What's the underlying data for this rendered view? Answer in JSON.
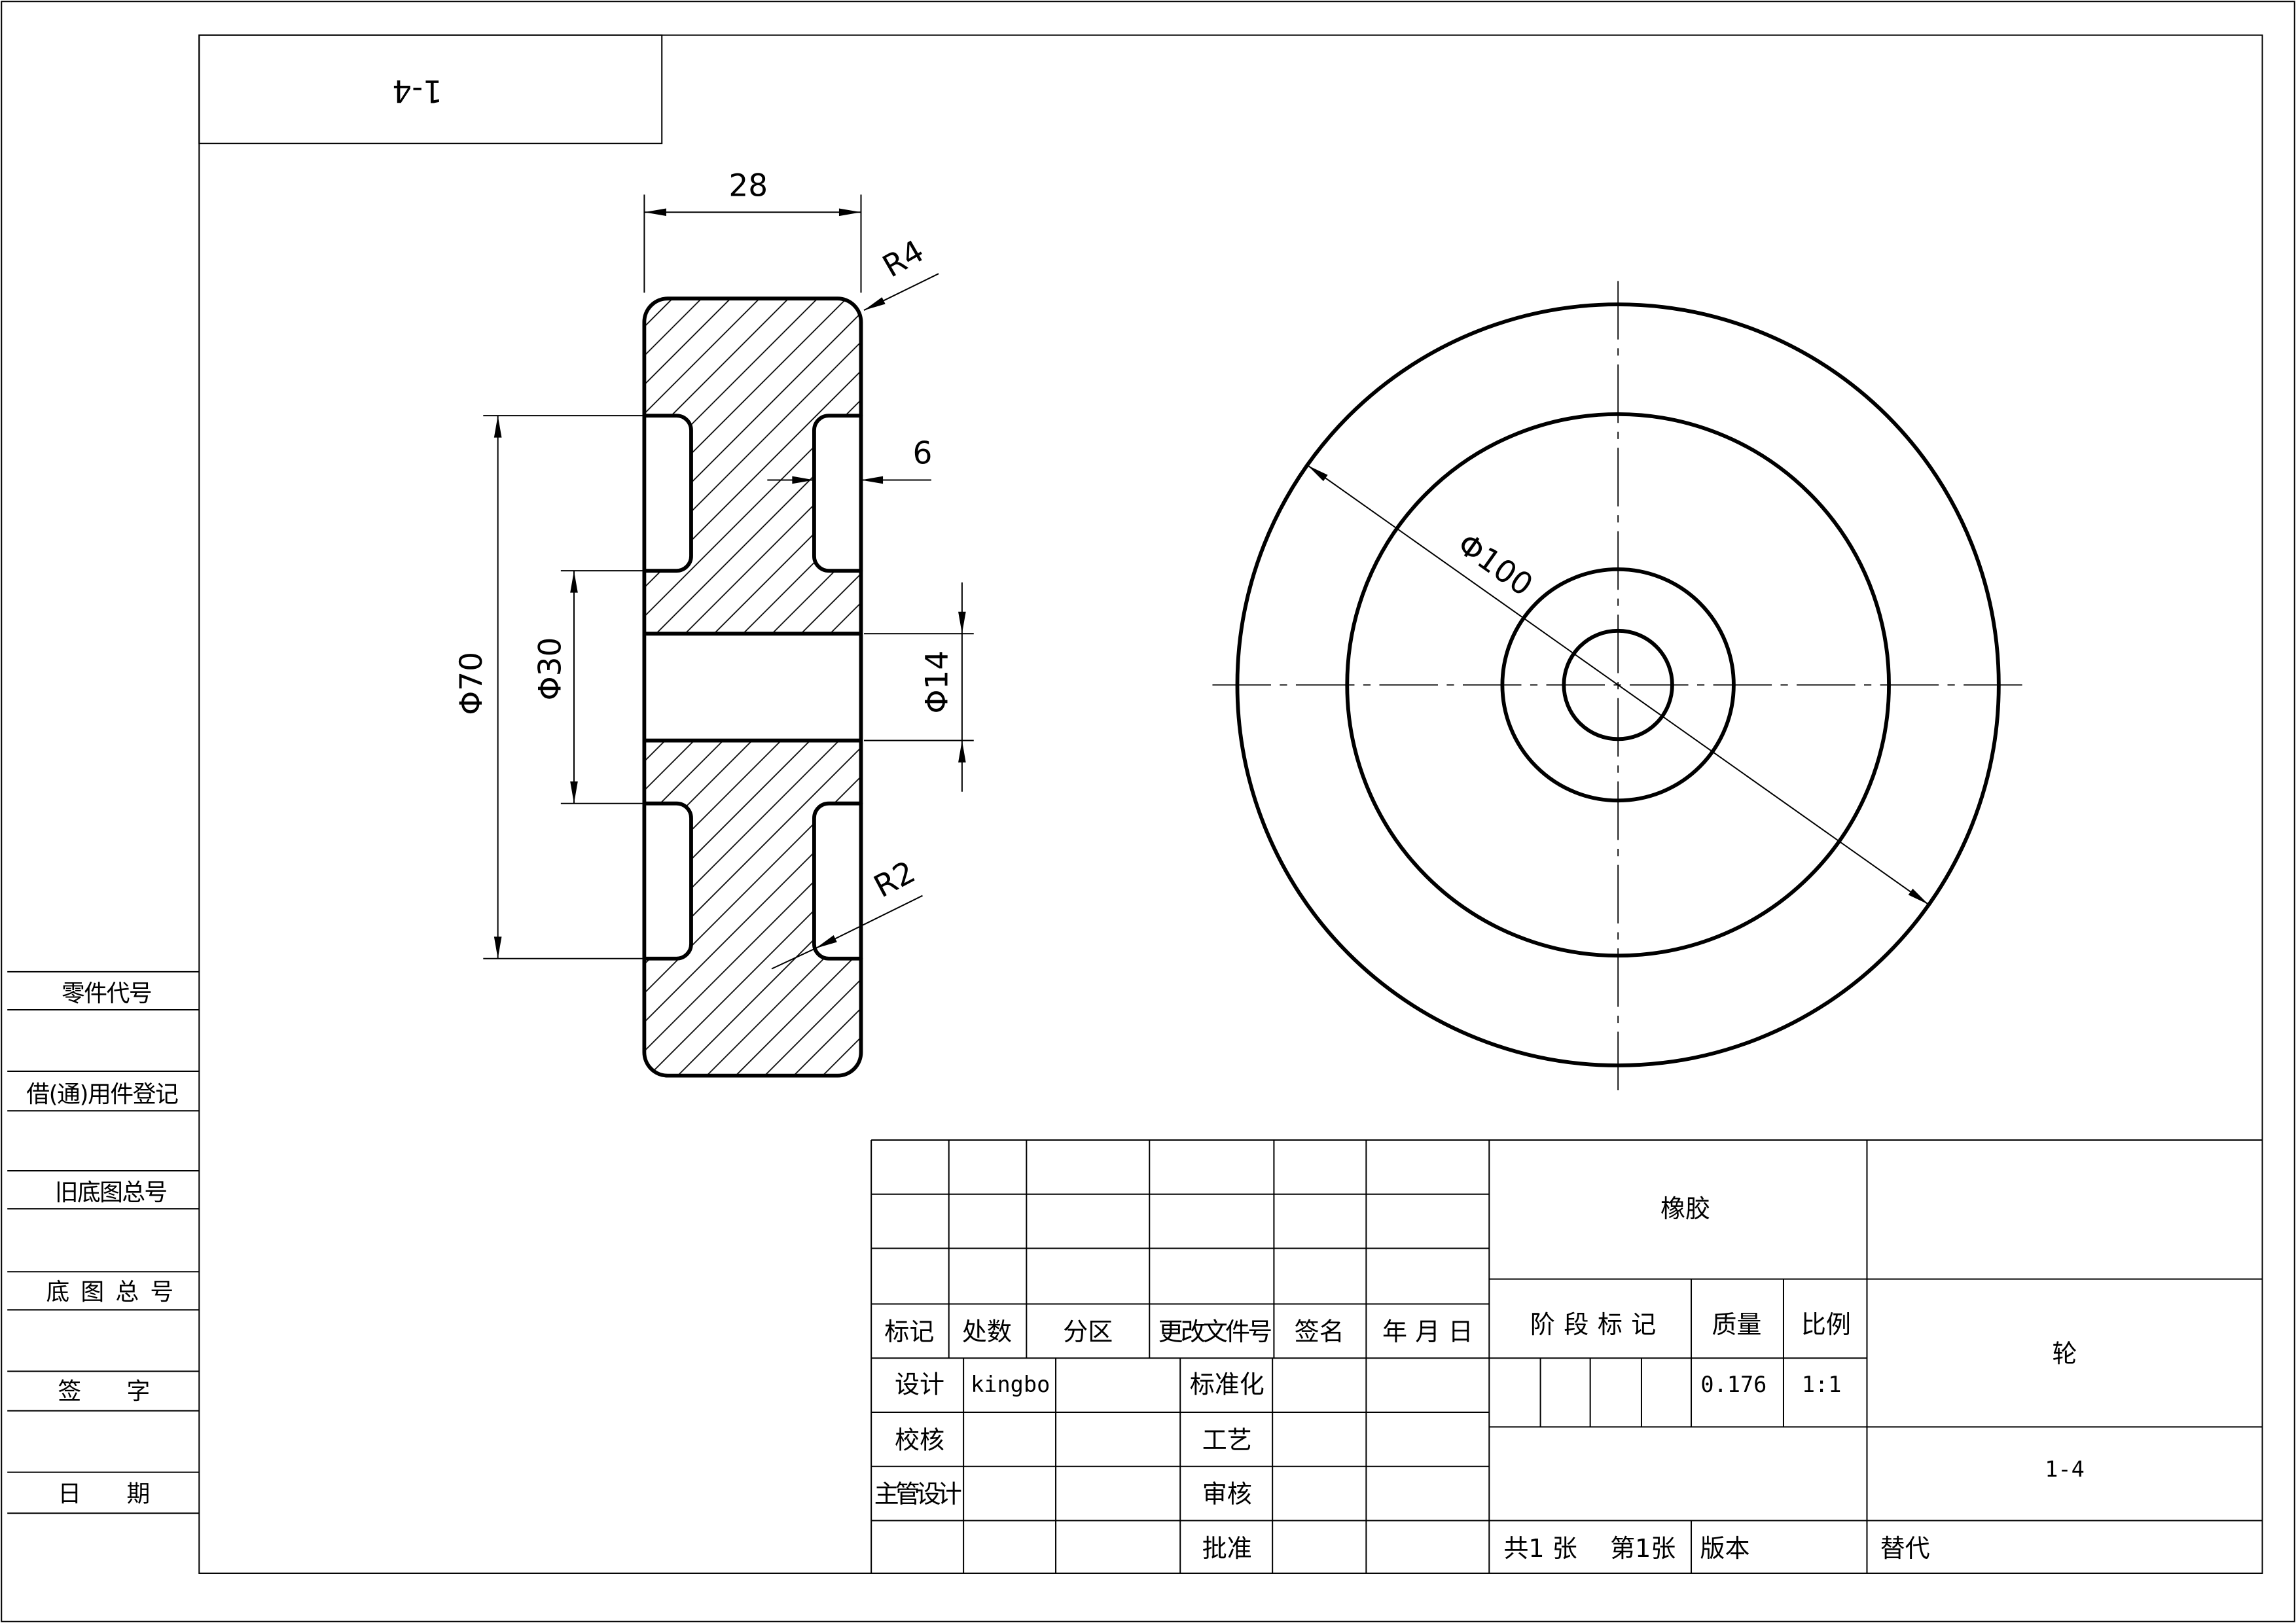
{
  "code_box": {
    "label": "1-4"
  },
  "side_strip": {
    "labels": [
      "零件代号",
      "借(通)用件登记",
      "旧底图总号",
      "底 图 总 号",
      "签 字",
      "日 期"
    ]
  },
  "section_view": {
    "width": "28",
    "corner_radius": "R4",
    "groove_depth": "6",
    "bore_diameter": "Φ14",
    "hub_diameter": "Φ30",
    "groove_diameter": "Φ70",
    "groove_corner_radius": "R2"
  },
  "end_view": {
    "outer_diameter": "Φ100"
  },
  "title_block": {
    "revision_headers": [
      "标记",
      "处数",
      "分区",
      "更改文件号",
      "签名",
      "年 月 日"
    ],
    "design_label": "设计",
    "designer": "kingbo",
    "standardization_label": "标准化",
    "check_label": "校核",
    "process_label": "工艺",
    "chief_design_label": "主管设计",
    "review_label": "审核",
    "approval_label": "批准",
    "material": "橡胶",
    "stage_label": "阶 段 标 记",
    "mass_label": "质量",
    "scale_label": "比例",
    "mass": "0.176",
    "scale": "1:1",
    "sheet_total": "共1 张",
    "sheet_index": "第1张",
    "version_label": "版本",
    "part_name": "轮",
    "drawing_number": "1-4",
    "replaces_label": "替代"
  }
}
